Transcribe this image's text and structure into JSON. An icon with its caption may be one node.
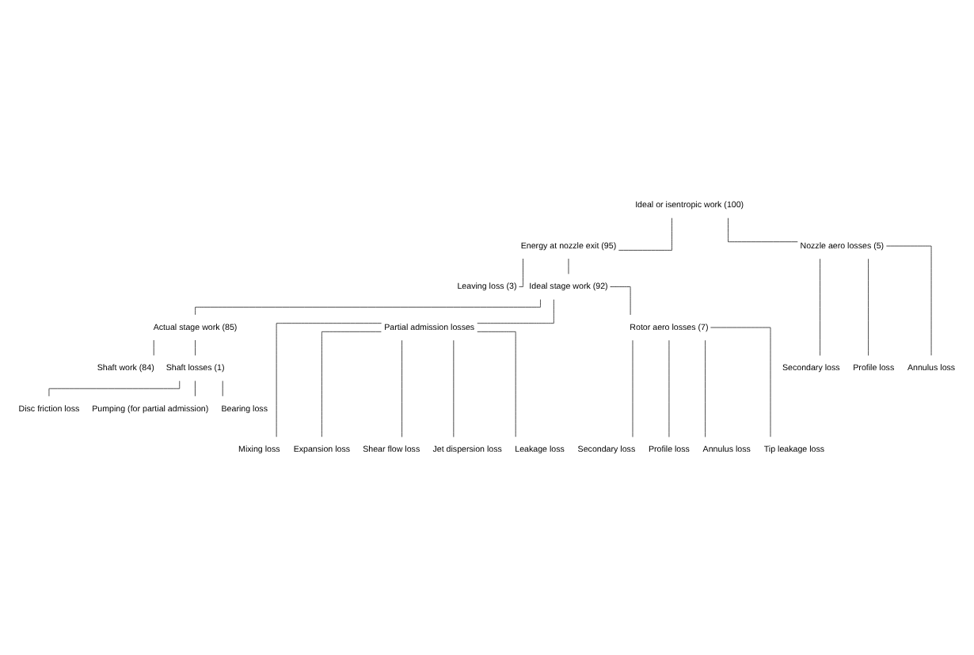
{
  "diagram": {
    "nodes": [
      {
        "text": [
          "Ideal or isentropic work (100)"
        ]
      },
      {
        "text": [
          "Energy at nozzle exit (95)"
        ]
      },
      {
        "text": [
          "Nozzle aero losses (5)"
        ]
      },
      {
        "text": [
          "Leaving loss (3)"
        ]
      },
      {
        "text": [
          "Ideal stage work (92)"
        ]
      },
      {
        "text": [
          "Secondary loss"
        ]
      },
      {
        "text": [
          "Profile loss"
        ]
      },
      {
        "text": [
          "Annulus loss"
        ]
      },
      {
        "text": [
          "Actual stage work (85)"
        ]
      },
      {
        "text": [
          "Partial admission losses"
        ]
      },
      {
        "text": [
          "Rotor aero losses (7)"
        ]
      },
      {
        "text": [
          "Shaft work (84)"
        ]
      },
      {
        "text": [
          "Shaft losses (1)"
        ]
      },
      {
        "text": [
          "Secondary loss"
        ]
      },
      {
        "text": [
          "Profile loss"
        ]
      },
      {
        "text": [
          "Annulus loss"
        ]
      },
      {
        "text": [
          "Tip leakage loss"
        ]
      },
      {
        "text": [
          "Disc friction loss"
        ]
      },
      {
        "text": [
          "Pumping (for partial admission)"
        ]
      },
      {
        "text": [
          "Bearing loss"
        ]
      },
      {
        "text": [
          "Mixing loss"
        ]
      },
      {
        "text": [
          "Expansion loss"
        ]
      },
      {
        "text": [
          "Shear flow loss"
        ]
      },
      {
        "text": [
          "Jet dispersion loss"
        ]
      },
      {
        "text": [
          "Leakage loss"
        ]
      }
    ],
    "edges": [
      {
        "from": 0,
        "to": 1,
        "arrow": "none"
      },
      {
        "from": 0,
        "to": 2,
        "arrow": "none"
      },
      {
        "from": 1,
        "to": 3,
        "arrow": "none"
      },
      {
        "from": 1,
        "to": 4,
        "arrow": "none"
      },
      {
        "from": 2,
        "to": 5,
        "arrow": "none"
      },
      {
        "from": 2,
        "to": 6,
        "arrow": "none"
      },
      {
        "from": 2,
        "to": 7,
        "arrow": "none"
      },
      {
        "from": 4,
        "to": 8,
        "arrow": "none"
      },
      {
        "from": 4,
        "to": 9,
        "arrow": "none"
      },
      {
        "from": 4,
        "to": 10,
        "arrow": "none"
      },
      {
        "from": 8,
        "to": 11,
        "arrow": "none"
      },
      {
        "from": 8,
        "to": 12,
        "arrow": "none"
      },
      {
        "from": 10,
        "to": 13,
        "arrow": "none"
      },
      {
        "from": 10,
        "to": 14,
        "arrow": "none"
      },
      {
        "from": 10,
        "to": 15,
        "arrow": "none"
      },
      {
        "from": 10,
        "to": 16,
        "arrow": "none"
      },
      {
        "from": 12,
        "to": 17,
        "arrow": "none"
      },
      {
        "from": 12,
        "to": 18,
        "arrow": "none"
      },
      {
        "from": 12,
        "to": 19,
        "arrow": "none"
      },
      {
        "from": 9,
        "to": 20,
        "arrow": "none"
      },
      {
        "from": 9,
        "to": 21,
        "arrow": "none"
      },
      {
        "from": 9,
        "to": 22,
        "arrow": "none"
      },
      {
        "from": 9,
        "to": 23,
        "arrow": "none"
      },
      {
        "from": 9,
        "to": 24,
        "arrow": "none"
      }
    ]
  }
}
